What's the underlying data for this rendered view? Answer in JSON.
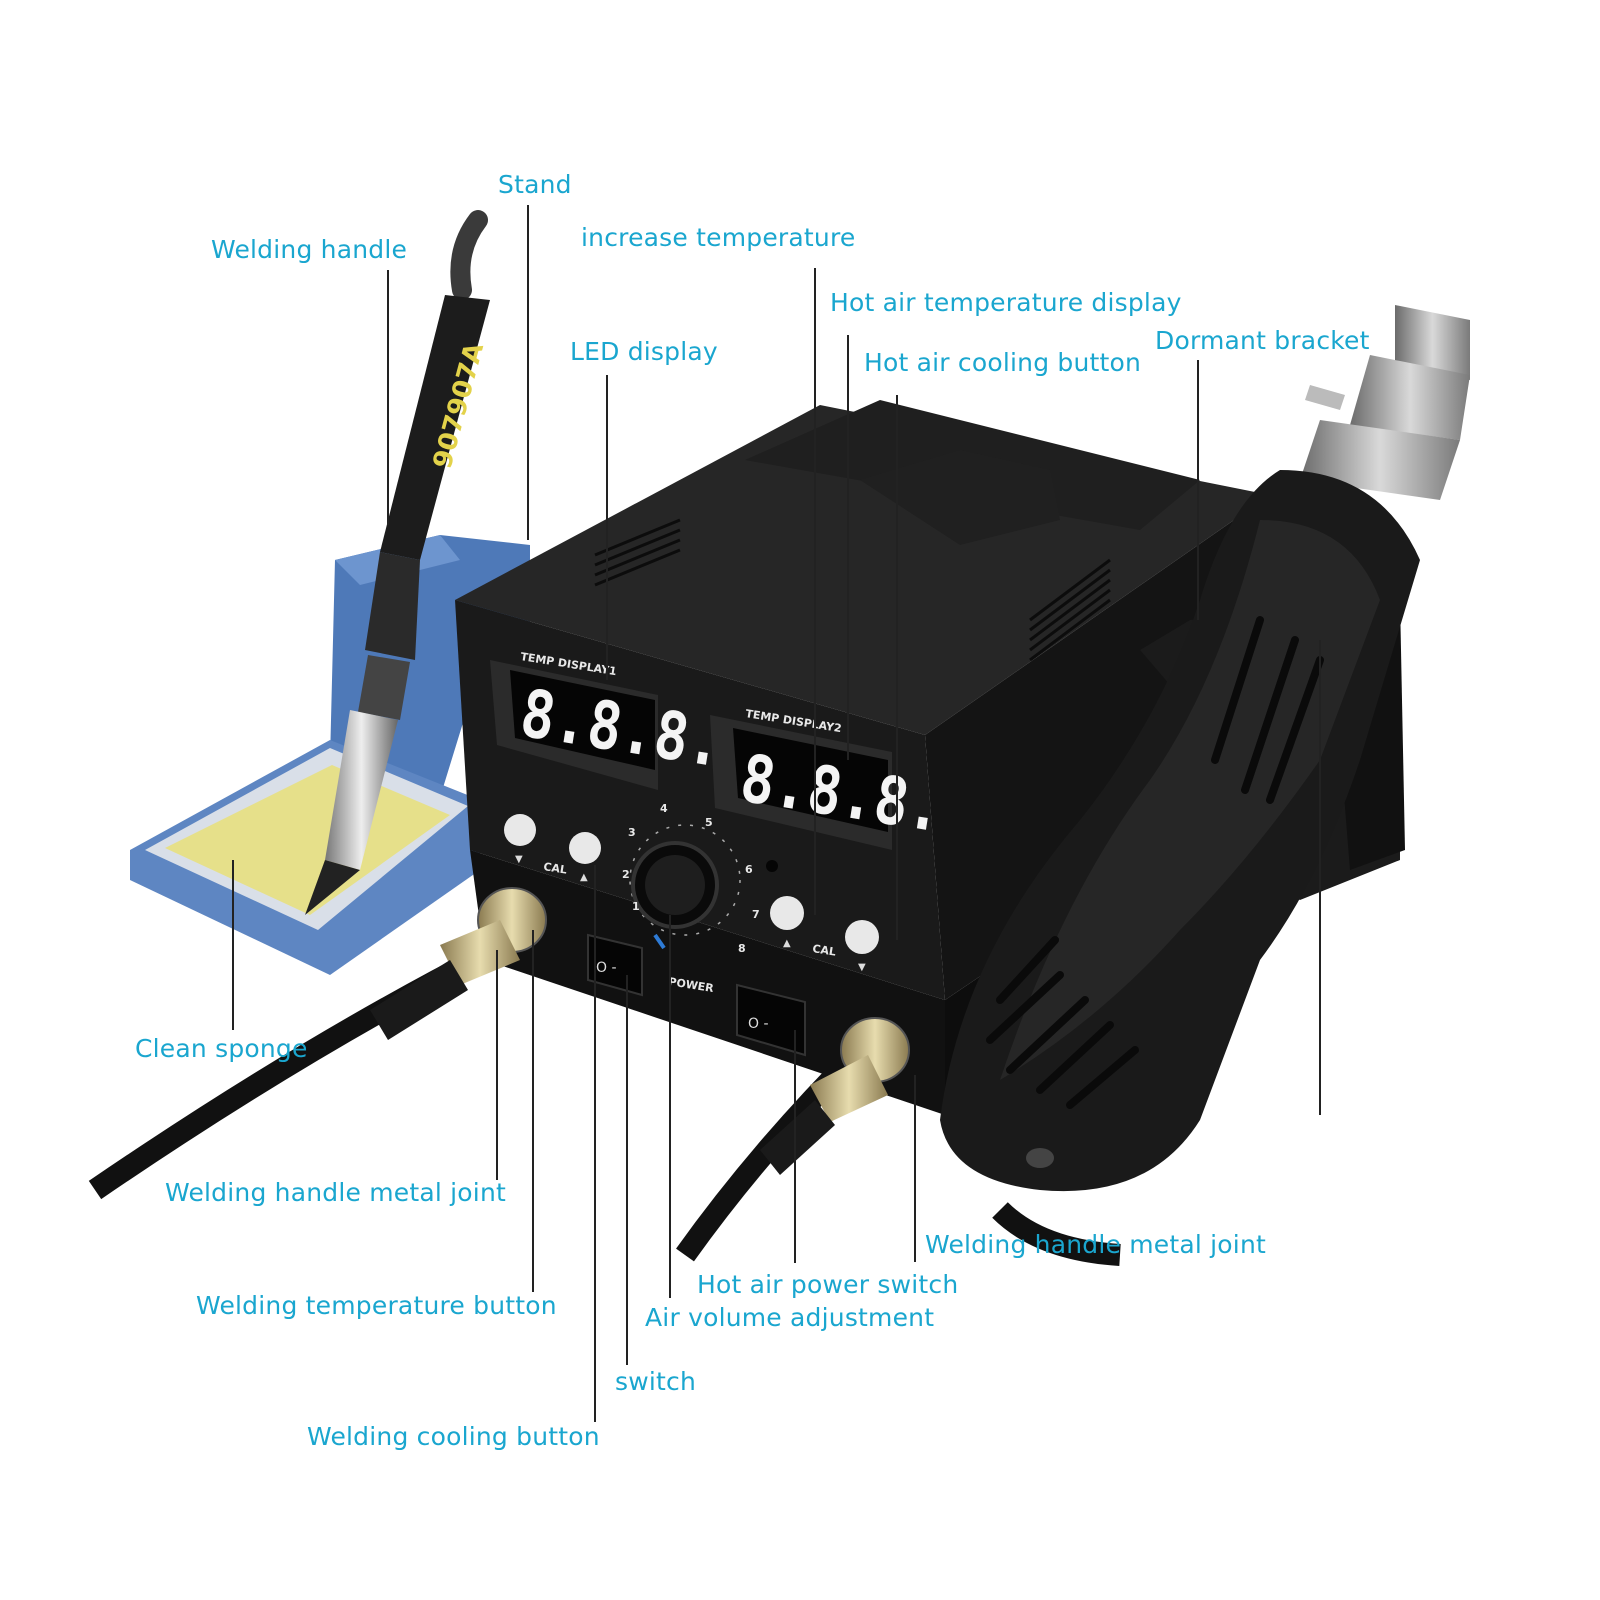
{
  "colors": {
    "label": "#1aa6cf",
    "leader": "#222222",
    "body": "#161616",
    "stand_blue": "#4e79b8",
    "sponge": "#e6e08a"
  },
  "labels": {
    "stand": "Stand",
    "welding_handle": "Welding handle",
    "increase_temperature": "increase temperature",
    "hot_air_temperature_display": "Hot air temperature display",
    "led_display": "LED display",
    "hot_air_cooling_button": "Hot air cooling button",
    "dormant_bracket": "Dormant bracket",
    "clean_sponge": "Clean sponge",
    "welding_handle_metal_joint_left": "Welding handle metal joint",
    "welding_handle_metal_joint_right": "Welding handle metal joint",
    "welding_temperature_button": "Welding temperature button",
    "hot_air_power_switch": "Hot air power switch",
    "air_volume_adjustment": "Air volume adjustment",
    "switch": "switch",
    "welding_cooling_button": "Welding cooling button"
  },
  "device": {
    "handle_model": "907907A",
    "panel_display1_label": "TEMP DISPLAY1",
    "panel_display2_label": "TEMP DISPLAY2",
    "display1_value": "8.8.8.",
    "display2_value": "8.8.8.",
    "cal_left": "CAL",
    "cal_right": "CAL",
    "power_label": "POWER",
    "dial_ticks": [
      "1",
      "2",
      "3",
      "4",
      "5",
      "6",
      "7",
      "8"
    ]
  }
}
